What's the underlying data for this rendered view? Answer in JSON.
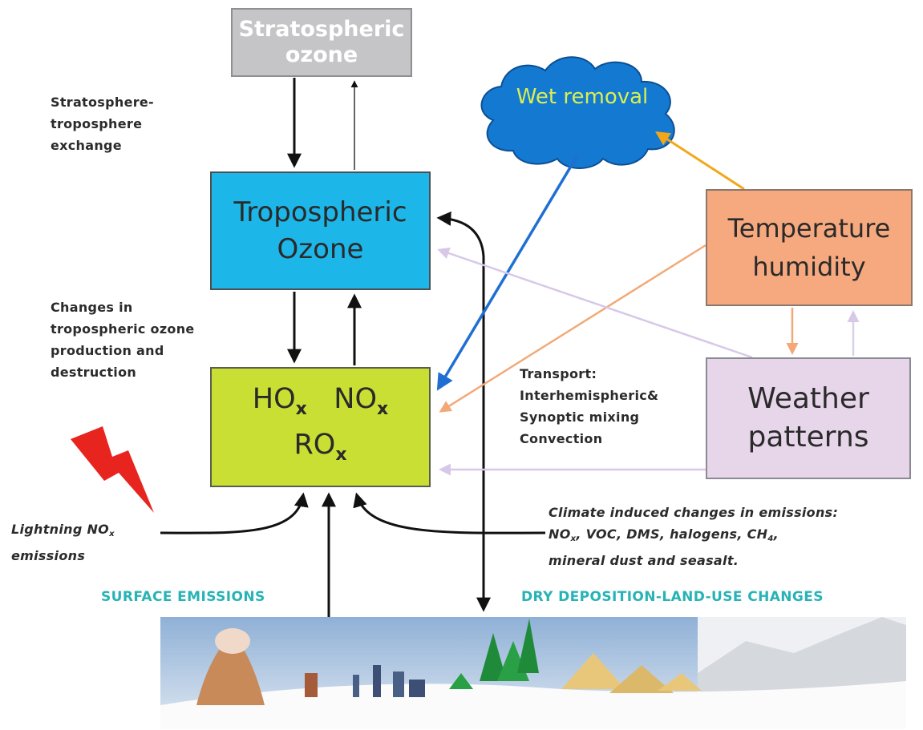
{
  "diagram": {
    "stratospheric_ozone": {
      "line1": "Stratospheric",
      "line2": "ozone"
    },
    "tropospheric_ozone": {
      "line1": "Tropospheric",
      "line2": "Ozone"
    },
    "radicals": {
      "hox": "HO",
      "nox": "NO",
      "rox": "RO",
      "subscript": "x"
    },
    "temperature_humidity": {
      "line1": "Temperature",
      "line2": "humidity"
    },
    "weather_patterns": {
      "line1": "Weather",
      "line2": "patterns"
    },
    "wet_removal": "Wet removal",
    "exchange_label": [
      "Stratosphere-",
      "troposphere",
      "exchange"
    ],
    "changes_label": [
      "Changes in",
      "tropospheric ozone",
      "production and",
      "destruction"
    ],
    "transport_label": [
      "Transport:",
      "Interhemispheric&",
      "Synoptic mixing",
      "Convection"
    ],
    "lightning_label": {
      "line1": "Lightning NO",
      "sub": "x",
      "line2": "emissions"
    },
    "climate_label": {
      "line1": "Climate induced changes in emissions:",
      "line2_a": "NO",
      "line2_sub1": "x",
      "line2_b": ", VOC, DMS, halogens, CH",
      "line2_sub2": "4",
      "line2_c": ",",
      "line3": "mineral dust and seasalt."
    },
    "surface_emissions": "SURFACE EMISSIONS",
    "dry_deposition": "DRY DEPOSITION-LAND-USE CHANGES"
  },
  "colors": {
    "stratospheric_box": "#c5c5c7",
    "tropospheric_box": "#1cb7e8",
    "radicals_box": "#c9df34",
    "temperature_box": "#f6a97f",
    "weather_box": "#e7d6ea",
    "cloud": "#1479d1",
    "wet_arrow": "#1f6fd3",
    "orange_arrow": "#f3a977",
    "gold_arrow": "#f2a719",
    "lavender_arrow": "#d8c8e8",
    "teal_text": "#27b3b5",
    "lightning": "#e8241e"
  }
}
